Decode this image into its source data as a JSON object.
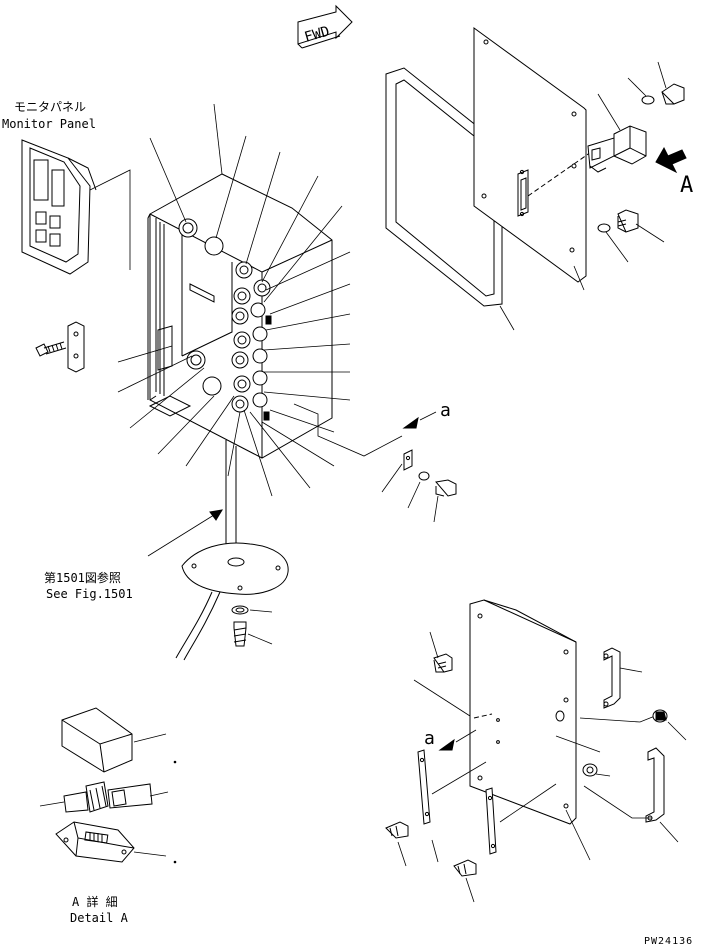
{
  "fwd_label": "FWD",
  "monitor_panel": {
    "label_jp": "モニタパネル",
    "label_en": "Monitor Panel"
  },
  "fig_ref": {
    "label_jp": "第1501図参照",
    "label_en": "See Fig.1501"
  },
  "detail": {
    "label_jp": "A 詳 細",
    "label_en": "Detail A"
  },
  "view_marker": "A",
  "callout_a_top": "a",
  "callout_a_bottom": "a",
  "drawing_code": "PW24136"
}
